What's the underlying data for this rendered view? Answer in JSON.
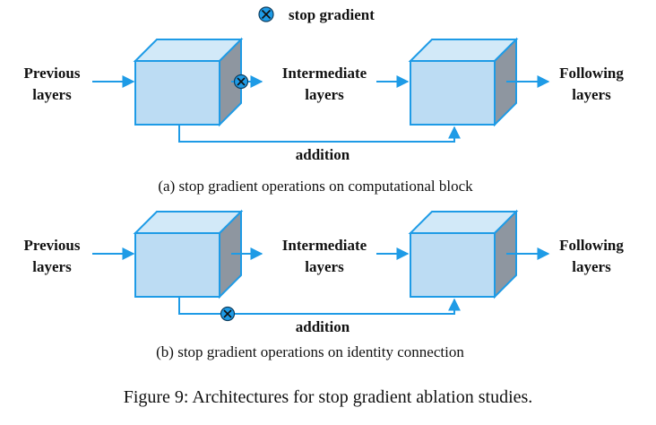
{
  "legend": {
    "label": "stop gradient",
    "icon": "stop-gradient-icon"
  },
  "colors": {
    "line": "#1e9be6",
    "cube_front": "#bcdcf3",
    "cube_top": "#d2e9f8",
    "cube_side": "#8e96a0",
    "icon_fill": "#1e9be6"
  },
  "diagrams": [
    {
      "input": [
        "Previous",
        "layers"
      ],
      "middle": [
        "Intermediate",
        "layers"
      ],
      "output": [
        "Following",
        "layers"
      ],
      "skip_label": "addition",
      "caption": "(a) stop gradient operations on computational block"
    },
    {
      "input": [
        "Previous",
        "layers"
      ],
      "middle": [
        "Intermediate",
        "layers"
      ],
      "output": [
        "Following",
        "layers"
      ],
      "skip_label": "addition",
      "caption": "(b) stop gradient operations on identity connection"
    }
  ],
  "figure_caption": "Figure 9: Architectures for stop gradient ablation studies."
}
